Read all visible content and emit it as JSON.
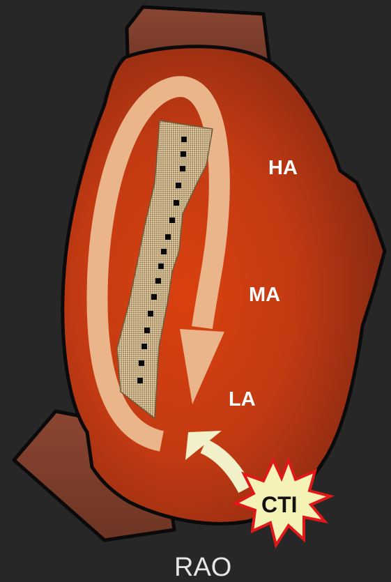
{
  "labels": {
    "ha": "HA",
    "ma": "MA",
    "la": "LA",
    "cti": "CTI",
    "view": "RAO"
  },
  "colors": {
    "background": "#272727",
    "atrium": "#c23a12",
    "atrium_dark": "#7a2a16",
    "vessel": "#7a3a28",
    "outline": "#0a0a0a",
    "circuit_arrow": "#eab58a",
    "cti_arrow": "#f2f0c8",
    "burst": "#f5f2b8",
    "burst_outline": "#e01818",
    "scar": "#c8b088"
  },
  "icons": {
    "circuit": "clockwise-reentry-arrow",
    "cti_arrow": "curved-arrow-up-left",
    "burst": "starburst"
  }
}
